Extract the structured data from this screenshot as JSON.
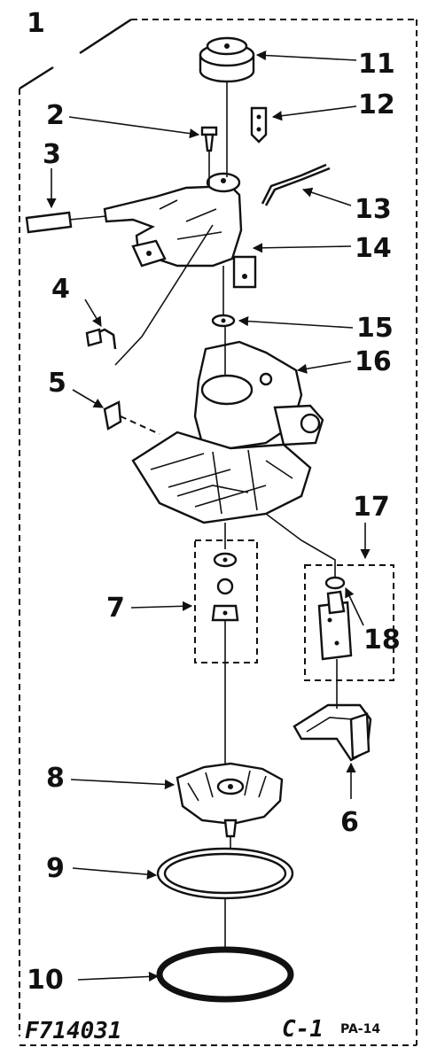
{
  "callouts": {
    "c1": "1",
    "c2": "2",
    "c3": "3",
    "c4": "4",
    "c5": "5",
    "c6": "6",
    "c7": "7",
    "c8": "8",
    "c9": "9",
    "c10": "10",
    "c11": "11",
    "c12": "12",
    "c13": "13",
    "c14": "14",
    "c15": "15",
    "c16": "16",
    "c17": "17",
    "c18": "18"
  },
  "footer": {
    "figure_code": "F714031",
    "section_code": "C-1",
    "page_code": "PA-14"
  }
}
